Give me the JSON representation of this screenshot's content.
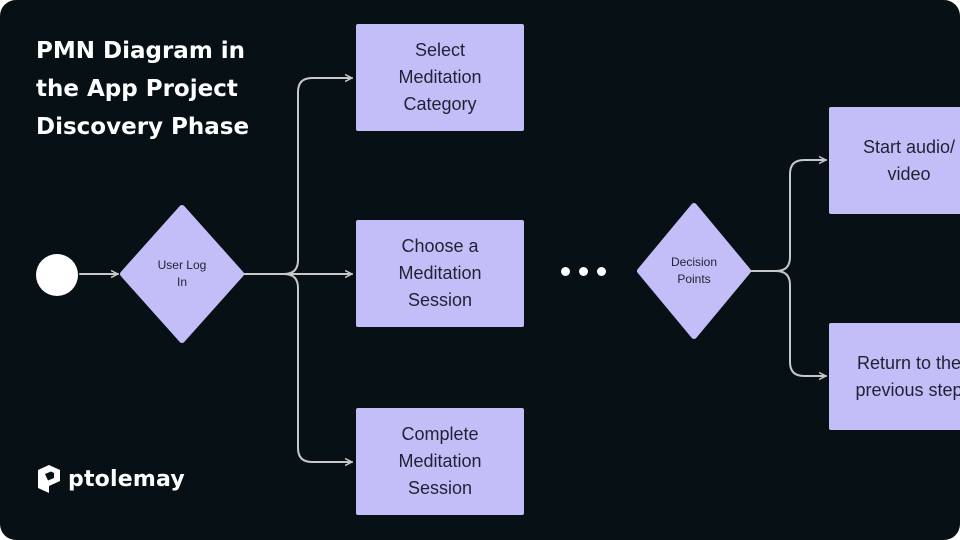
{
  "title": "PMN Diagram in\nthe App Project\nDiscovery Phase",
  "brand": {
    "name": "ptolemay",
    "icon": "ptolemay-logo-icon"
  },
  "nodes": {
    "start": {
      "shape": "circle"
    },
    "login": {
      "label": "User Log\nIn",
      "shape": "diamond"
    },
    "select_category": {
      "label": "Select\nMeditation\nCategory"
    },
    "choose_session": {
      "label": "Choose a\nMeditation\nSession"
    },
    "complete_session": {
      "label": "Complete\nMeditation\nSession"
    },
    "ellipsis": {
      "label": "•••"
    },
    "decision": {
      "label": "Decision\nPoints",
      "shape": "diamond"
    },
    "start_media": {
      "label": "Start audio/\nvideo"
    },
    "return_step": {
      "label": "Return to the\nprevious step"
    }
  },
  "edges": [
    {
      "from": "start",
      "to": "login"
    },
    {
      "from": "login",
      "to": "select_category"
    },
    {
      "from": "login",
      "to": "choose_session"
    },
    {
      "from": "login",
      "to": "complete_session"
    },
    {
      "from": "decision",
      "to": "start_media"
    },
    {
      "from": "decision",
      "to": "return_step"
    }
  ],
  "colors": {
    "background": "#071015",
    "node_fill": "#c4bef8",
    "node_text": "#1e2333",
    "connector": "#c8c8c8",
    "title": "#ffffff"
  }
}
